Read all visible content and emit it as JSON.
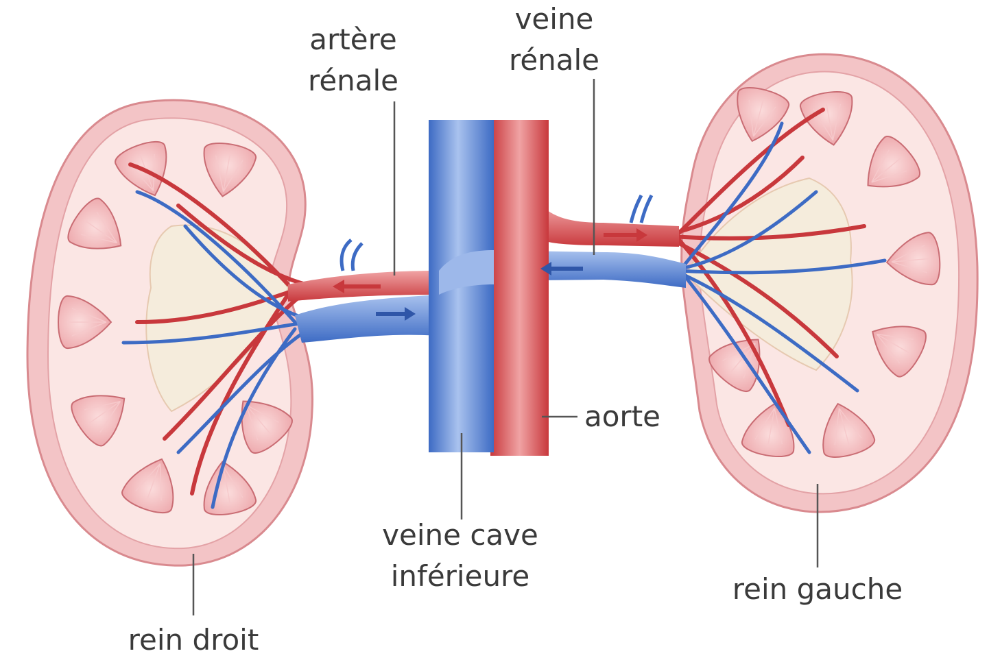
{
  "colors": {
    "background": "#ffffff",
    "artery": "#c8383c",
    "artery_light": "#e8787a",
    "vein": "#3d6bc4",
    "vein_light": "#9db8ea",
    "kidney_capsule": "#f3c4c6",
    "kidney_cortex": "#fbe6e4",
    "pyramid": "#f2b9bc",
    "pelvis": "#f5ecdc",
    "fat": "#f3dcc8",
    "label_text": "#3a3a3a"
  },
  "labels": {
    "artere_renale": [
      "artère",
      "rénale"
    ],
    "veine_renale": [
      "veine",
      "rénale"
    ],
    "aorte": "aorte",
    "veine_cave": [
      "veine cave",
      "inférieure"
    ],
    "rein_droit": "rein droit",
    "rein_gauche": "rein gauche"
  }
}
